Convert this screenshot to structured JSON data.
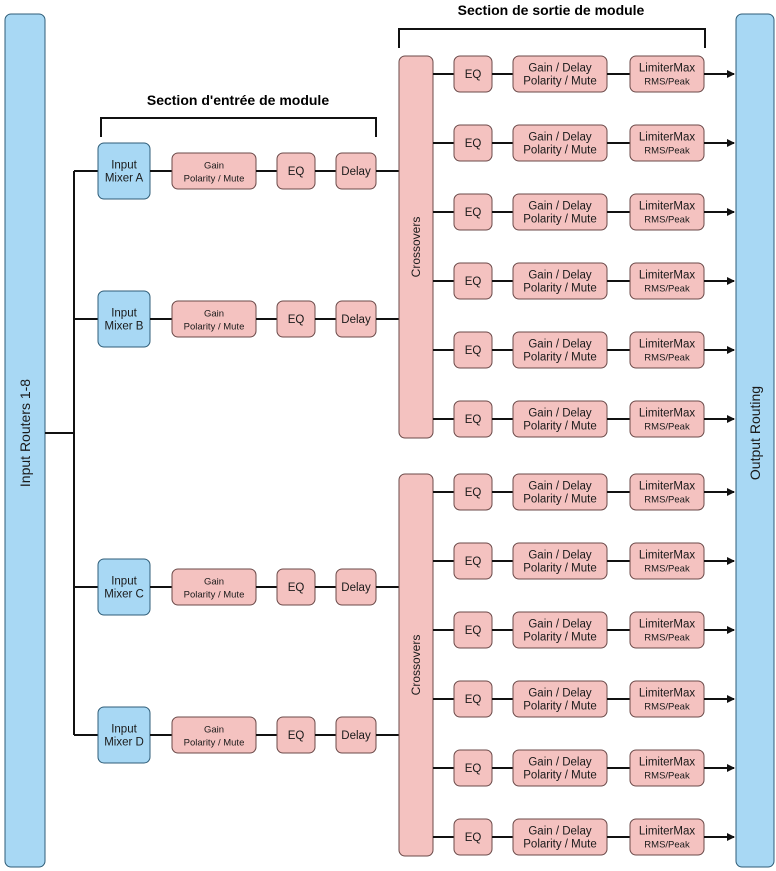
{
  "headers": {
    "input_section": "Section d'entrée de module",
    "output_section": "Section de sortie de module"
  },
  "input_routers": "Input Routers 1-8",
  "output_routing": "Output Routing",
  "inputs": [
    {
      "mixer": [
        "Input",
        "Mixer A"
      ],
      "gain": [
        "Gain",
        "Polarity / Mute"
      ],
      "eq": "EQ",
      "delay": "Delay"
    },
    {
      "mixer": [
        "Input",
        "Mixer B"
      ],
      "gain": [
        "Gain",
        "Polarity / Mute"
      ],
      "eq": "EQ",
      "delay": "Delay"
    },
    {
      "mixer": [
        "Input",
        "Mixer C"
      ],
      "gain": [
        "Gain",
        "Polarity / Mute"
      ],
      "eq": "EQ",
      "delay": "Delay"
    },
    {
      "mixer": [
        "Input",
        "Mixer D"
      ],
      "gain": [
        "Gain",
        "Polarity / Mute"
      ],
      "eq": "EQ",
      "delay": "Delay"
    }
  ],
  "crossovers": [
    "Crossovers",
    "Crossovers"
  ],
  "output_channel": {
    "eq": "EQ",
    "gain_delay": [
      "Gain / Delay",
      "Polarity / Mute"
    ],
    "limiter": [
      "LimiterMax",
      "RMS/Peak"
    ]
  },
  "outputs_per_group": 6
}
